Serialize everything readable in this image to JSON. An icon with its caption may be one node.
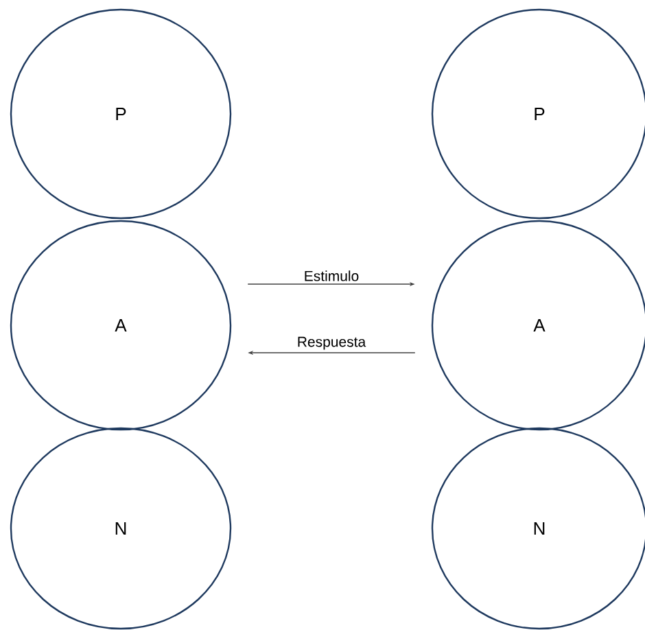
{
  "diagram": {
    "nodes": [
      {
        "text": [
          "P"
        ]
      },
      {
        "text": [
          "A"
        ]
      },
      {
        "text": [
          "N"
        ]
      },
      {
        "text": [
          "P"
        ]
      },
      {
        "text": [
          "A"
        ]
      },
      {
        "text": [
          "N"
        ]
      }
    ],
    "edges": [
      {
        "from": 1,
        "to": 4,
        "arrow": "to",
        "label": "Estimulo"
      },
      {
        "from": 4,
        "to": 1,
        "arrow": "to",
        "label": "Respuesta"
      }
    ]
  }
}
